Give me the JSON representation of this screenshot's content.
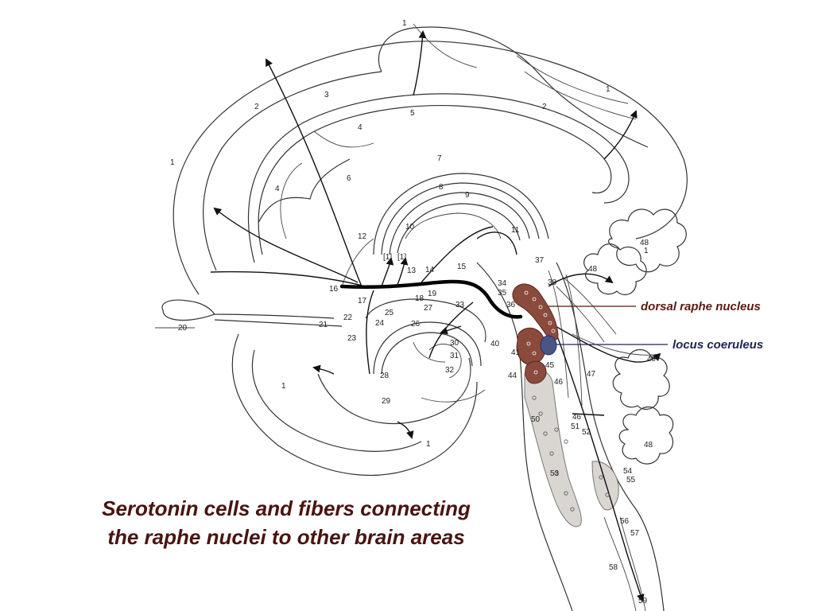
{
  "colors": {
    "raphe": "#8a4a3c",
    "raphe_dark": "#5a2a22",
    "locus": "#4a5585",
    "brainstem_fill": "#d9d6d2",
    "label_dorsal": "#5a1a12",
    "label_locus": "#1e2550",
    "caption": "#4a1410"
  },
  "callouts": {
    "dorsal_raphe": "dorsal raphe nucleus",
    "locus_coeruleus": "locus coeruleus"
  },
  "caption": {
    "line1": "Serotonin cells and fibers connecting",
    "line2": "the raphe nuclei to other brain areas"
  },
  "labels": [
    "1",
    "1",
    "1",
    "1",
    "1",
    "1",
    "2",
    "2",
    "3",
    "4",
    "4",
    "5",
    "6",
    "7",
    "8",
    "9",
    "10",
    "11",
    "12",
    "13",
    "14",
    "15",
    "16",
    "17",
    "18",
    "19",
    "20",
    "21",
    "22",
    "23",
    "24",
    "25",
    "26",
    "27",
    "28",
    "29",
    "30",
    "31",
    "32",
    "33",
    "34",
    "35",
    "36",
    "37",
    "38",
    "40",
    "41",
    "44",
    "45",
    "46",
    "46",
    "47",
    "48",
    "48",
    "48",
    "49",
    "50",
    "51",
    "52",
    "53",
    "54",
    "55",
    "56",
    "57",
    "58",
    "59",
    "[1]",
    "[1]"
  ]
}
